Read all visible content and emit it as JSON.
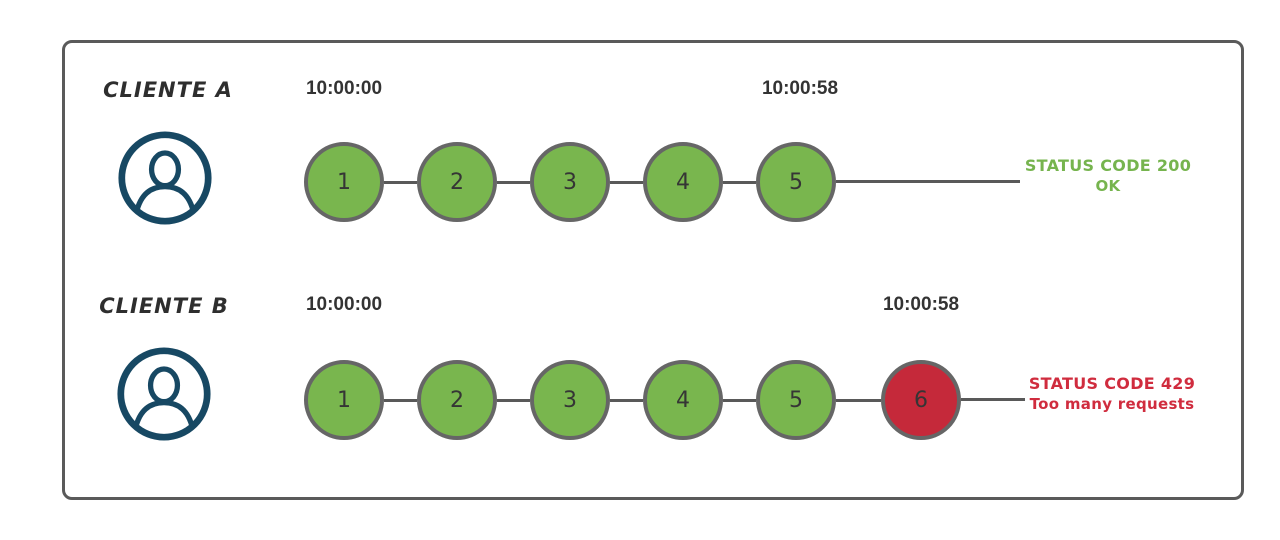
{
  "colors": {
    "request_ok_green": "#79b64e",
    "request_error_red": "#c5293a",
    "circle_border_gray": "#666666",
    "line_gray": "#595959",
    "frame_border_gray": "#5a5a5a",
    "status_ok_green": "#76b44e",
    "status_error_red": "#d02c3e",
    "avatar_blue": "#174863"
  },
  "rows": [
    {
      "client_label": "CLIENTE A",
      "start_time": "10:00:00",
      "end_time": "10:00:58",
      "requests": [
        {
          "label": "1",
          "status": "ok"
        },
        {
          "label": "2",
          "status": "ok"
        },
        {
          "label": "3",
          "status": "ok"
        },
        {
          "label": "4",
          "status": "ok"
        },
        {
          "label": "5",
          "status": "ok"
        }
      ],
      "status": {
        "code_line": "STATUS CODE 200",
        "message_line": "OK",
        "type": "ok"
      }
    },
    {
      "client_label": "CLIENTE B",
      "start_time": "10:00:00",
      "end_time": "10:00:58",
      "requests": [
        {
          "label": "1",
          "status": "ok"
        },
        {
          "label": "2",
          "status": "ok"
        },
        {
          "label": "3",
          "status": "ok"
        },
        {
          "label": "4",
          "status": "ok"
        },
        {
          "label": "5",
          "status": "ok"
        },
        {
          "label": "6",
          "status": "error"
        }
      ],
      "status": {
        "code_line": "STATUS CODE 429",
        "message_line": "Too many requests",
        "type": "error"
      }
    }
  ]
}
